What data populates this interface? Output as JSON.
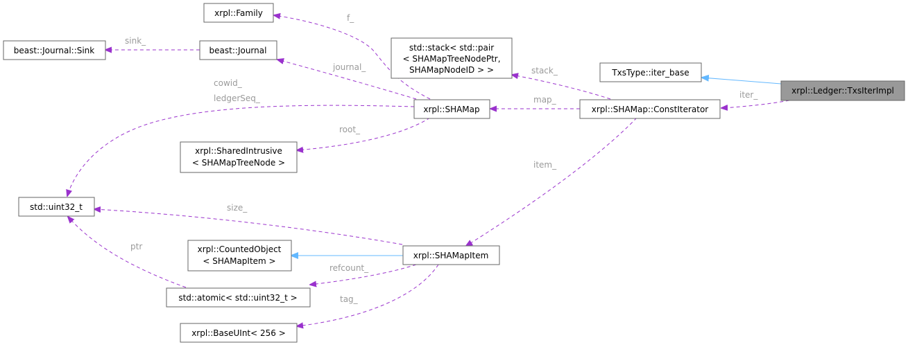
{
  "nodes": {
    "family": [
      "xrpl::Family"
    ],
    "sink": [
      "beast::Journal::Sink"
    ],
    "journal": [
      "beast::Journal"
    ],
    "stack": [
      "std::stack< std::pair",
      "< SHAMapTreeNodePtr,",
      "SHAMapNodeID > >"
    ],
    "iter_base": [
      "TxsType::iter_base"
    ],
    "txs_iter_impl": [
      "xrpl::Ledger::TxsIterImpl"
    ],
    "shamap": [
      "xrpl::SHAMap"
    ],
    "const_iterator": [
      "xrpl::SHAMap::ConstIterator"
    ],
    "shared_intrusive": [
      "xrpl::SharedIntrusive",
      "< SHAMapTreeNode >"
    ],
    "uint32": [
      "std::uint32_t"
    ],
    "counted_object": [
      "xrpl::CountedObject",
      "< SHAMapItem >"
    ],
    "shamap_item": [
      "xrpl::SHAMapItem"
    ],
    "atomic": [
      "std::atomic< std::uint32_t >"
    ],
    "base_uint": [
      "xrpl::BaseUInt< 256 >"
    ]
  },
  "edge_labels": {
    "f": "f_",
    "sink": "sink_",
    "journal": "journal_",
    "stack": "stack_",
    "iter": "iter_",
    "map": "map_",
    "cowid_ledgerseq": [
      "cowid_",
      "ledgerSeq_"
    ],
    "root": "root_",
    "item": "item_",
    "size": "size_",
    "ptr": "ptr",
    "refcount": "refcount_",
    "tag": "tag_"
  },
  "colors": {
    "member_edge": "#9a32cd",
    "inheritance_edge": "#63b8ff",
    "highlight_node": "#999999",
    "edge_label": "#9a9a9a"
  }
}
